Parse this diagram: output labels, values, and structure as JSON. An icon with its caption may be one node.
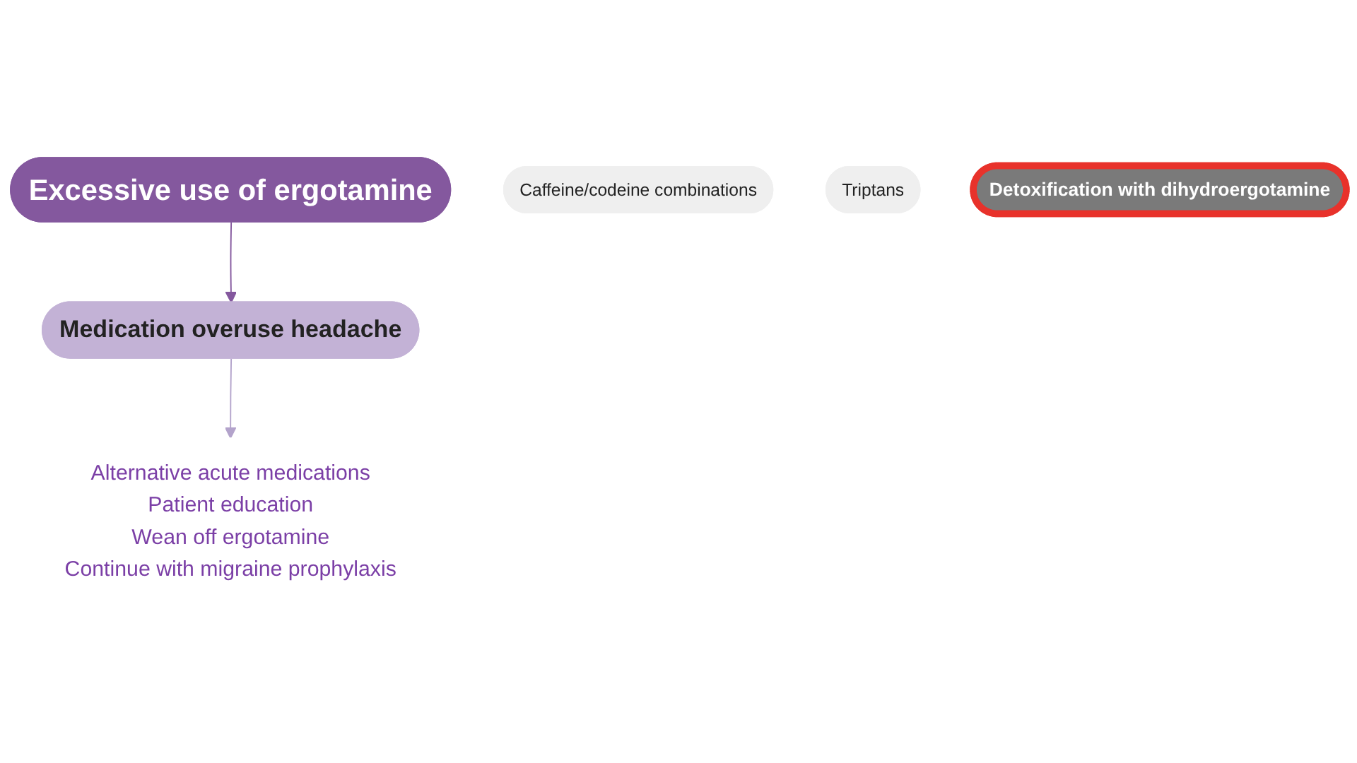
{
  "diagram": {
    "nodes": [
      {
        "text": [
          "Excessive use of ergotamine"
        ]
      },
      {
        "text": [
          "Caffeine/codeine combinations"
        ]
      },
      {
        "text": [
          "Triptans"
        ]
      },
      {
        "text": [
          "Medication overuse headache"
        ]
      },
      {
        "text": [
          "Detoxification with dihydroergotamine"
        ]
      },
      {
        "text": [
          "Alternative acute medications",
          "Patient education",
          "Wean off ergotamine",
          "Continue with migraine prophylaxis"
        ]
      }
    ],
    "edges": [
      {
        "from": 0,
        "to": 3,
        "arrow": "to",
        "color": "#84589e"
      },
      {
        "from": 3,
        "to": 5,
        "arrow": "to",
        "color": "#b3a3cb"
      }
    ]
  }
}
